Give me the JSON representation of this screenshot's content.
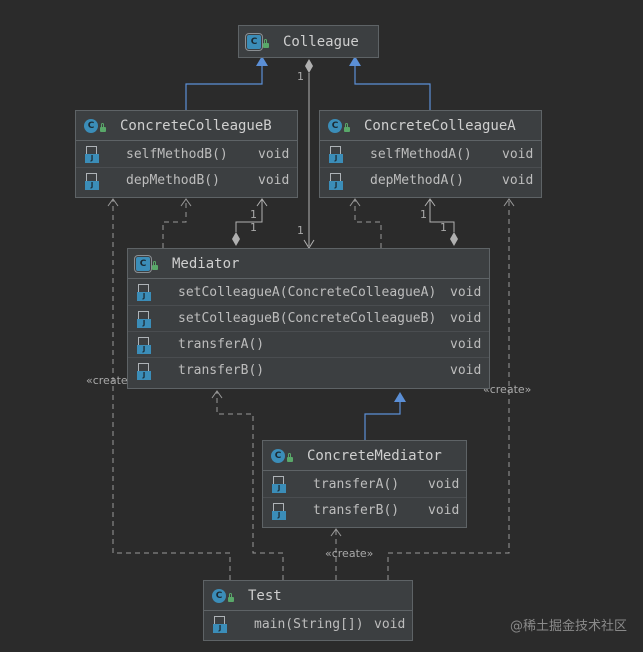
{
  "classes": {
    "colleague": {
      "name": "Colleague"
    },
    "concrete_colleague_b": {
      "name": "ConcreteColleagueB",
      "methods": [
        {
          "name": "selfMethodB()",
          "ret": "void"
        },
        {
          "name": "depMethodB()",
          "ret": "void"
        }
      ]
    },
    "concrete_colleague_a": {
      "name": "ConcreteColleagueA",
      "methods": [
        {
          "name": "selfMethodA()",
          "ret": "void"
        },
        {
          "name": "depMethodA()",
          "ret": "void"
        }
      ]
    },
    "mediator": {
      "name": "Mediator",
      "methods": [
        {
          "name": "setColleagueA(ConcreteColleagueA)",
          "ret": "void"
        },
        {
          "name": "setColleagueB(ConcreteColleagueB)",
          "ret": "void"
        },
        {
          "name": "transferA()",
          "ret": "void"
        },
        {
          "name": "transferB()",
          "ret": "void"
        }
      ]
    },
    "concrete_mediator": {
      "name": "ConcreteMediator",
      "methods": [
        {
          "name": "transferA()",
          "ret": "void"
        },
        {
          "name": "transferB()",
          "ret": "void"
        }
      ]
    },
    "test": {
      "name": "Test",
      "methods": [
        {
          "name": "main(String[])",
          "ret": "void"
        }
      ]
    }
  },
  "labels": {
    "create": "«create»",
    "one": "1"
  },
  "watermark": "@稀土掘金技术社区",
  "colors": {
    "inherit_arrow": "#5b8fd6",
    "dashed_line": "#9a9a9a",
    "association_line": "#b0b0b0"
  }
}
